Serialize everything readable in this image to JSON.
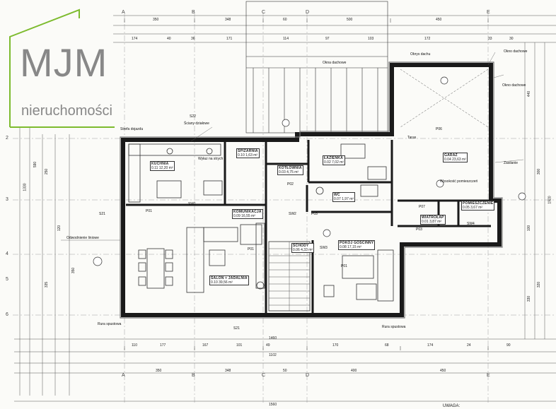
{
  "logo": {
    "name": "MJM",
    "subtitle": "nieruchomości"
  },
  "rooms": {
    "kuchnia": {
      "name": "KUCHNIA",
      "code": "0.11",
      "area": "12,20 m²"
    },
    "spizarnia": {
      "name": "SPIŻARNIA",
      "code": "0.10",
      "area": "1,63 m²"
    },
    "kotlownia": {
      "name": "KOTŁOWNIA",
      "code": "0.03",
      "area": "4,75 m²"
    },
    "lazienka": {
      "name": "ŁAZIENKA",
      "code": "0.02",
      "area": "7,02 m²"
    },
    "wc": {
      "name": "WC",
      "code": "0.07",
      "area": "1,97 m²"
    },
    "komunikacja": {
      "name": "KOMUNIKACJA",
      "code": "0.09",
      "area": "16,55 m²"
    },
    "salon": {
      "name": "SALON + JADALNIA",
      "code": "0.10",
      "area": "39,56 m²"
    },
    "schody": {
      "name": "SCHODY",
      "code": "0.06",
      "area": "4,33 m²"
    },
    "pokoj": {
      "name": "POKÓJ GOŚCINNY",
      "code": "0.08",
      "area": "17,15 m²"
    },
    "garaz": {
      "name": "GARAŻ",
      "code": "0.04",
      "area": "23,63 m²"
    },
    "pomieszczenie": {
      "name": "POMIESZCZENIE",
      "code": "0.05",
      "area": "3,67 m²"
    },
    "komora": {
      "name": "WIATROŁAP",
      "code": "0.01",
      "area": "3,87 m²"
    }
  },
  "wall_tags": [
    "P01",
    "P01",
    "P01",
    "P02",
    "P03",
    "P03",
    "P06",
    "P07",
    "SW1",
    "SW2",
    "SW3",
    "SW4",
    "S21",
    "S22",
    "S21"
  ],
  "axes_top": [
    "A",
    "B",
    "C",
    "D",
    "E"
  ],
  "axes_side": [
    "2",
    "3",
    "4",
    "5",
    "6"
  ],
  "dims": {
    "top_a": [
      "350",
      "348",
      "60",
      "500",
      "450"
    ],
    "top_b": [
      "174",
      "40",
      "36",
      "171",
      "114",
      "97",
      "103",
      "172",
      "33",
      "30"
    ],
    "bottom_a": [
      "1460",
      "1102",
      "1560"
    ],
    "bottom_b": [
      "350",
      "348",
      "50",
      "400",
      "450"
    ],
    "bottom_c": [
      "110",
      "177",
      "167",
      "101",
      "49",
      "170",
      "68",
      "174",
      "24",
      "90"
    ],
    "left": [
      "1330",
      "590",
      "250",
      "335",
      "120",
      "350"
    ],
    "right": [
      "440",
      "300",
      "1920",
      "320",
      "100",
      "330"
    ]
  },
  "notes": [
    "Strefa dojazdu",
    "Ściany działowe",
    "Wyłaz na strych",
    "Okna dachowe",
    "Obrys dachu",
    "Taras",
    "Wysokość pomieszczeń",
    "Rura spustowa",
    "Odwodnienie liniowe",
    "Okno dachowe",
    "Okno dachowe",
    "Rura spustowa",
    "Zasilanie"
  ],
  "footer": {
    "label": "UWAGA:"
  },
  "colors": {
    "logo": "#8a8a8a",
    "logo_frame": "#7dbb2e",
    "line": "#2a2a2a",
    "paper": "#fbfbf8"
  }
}
